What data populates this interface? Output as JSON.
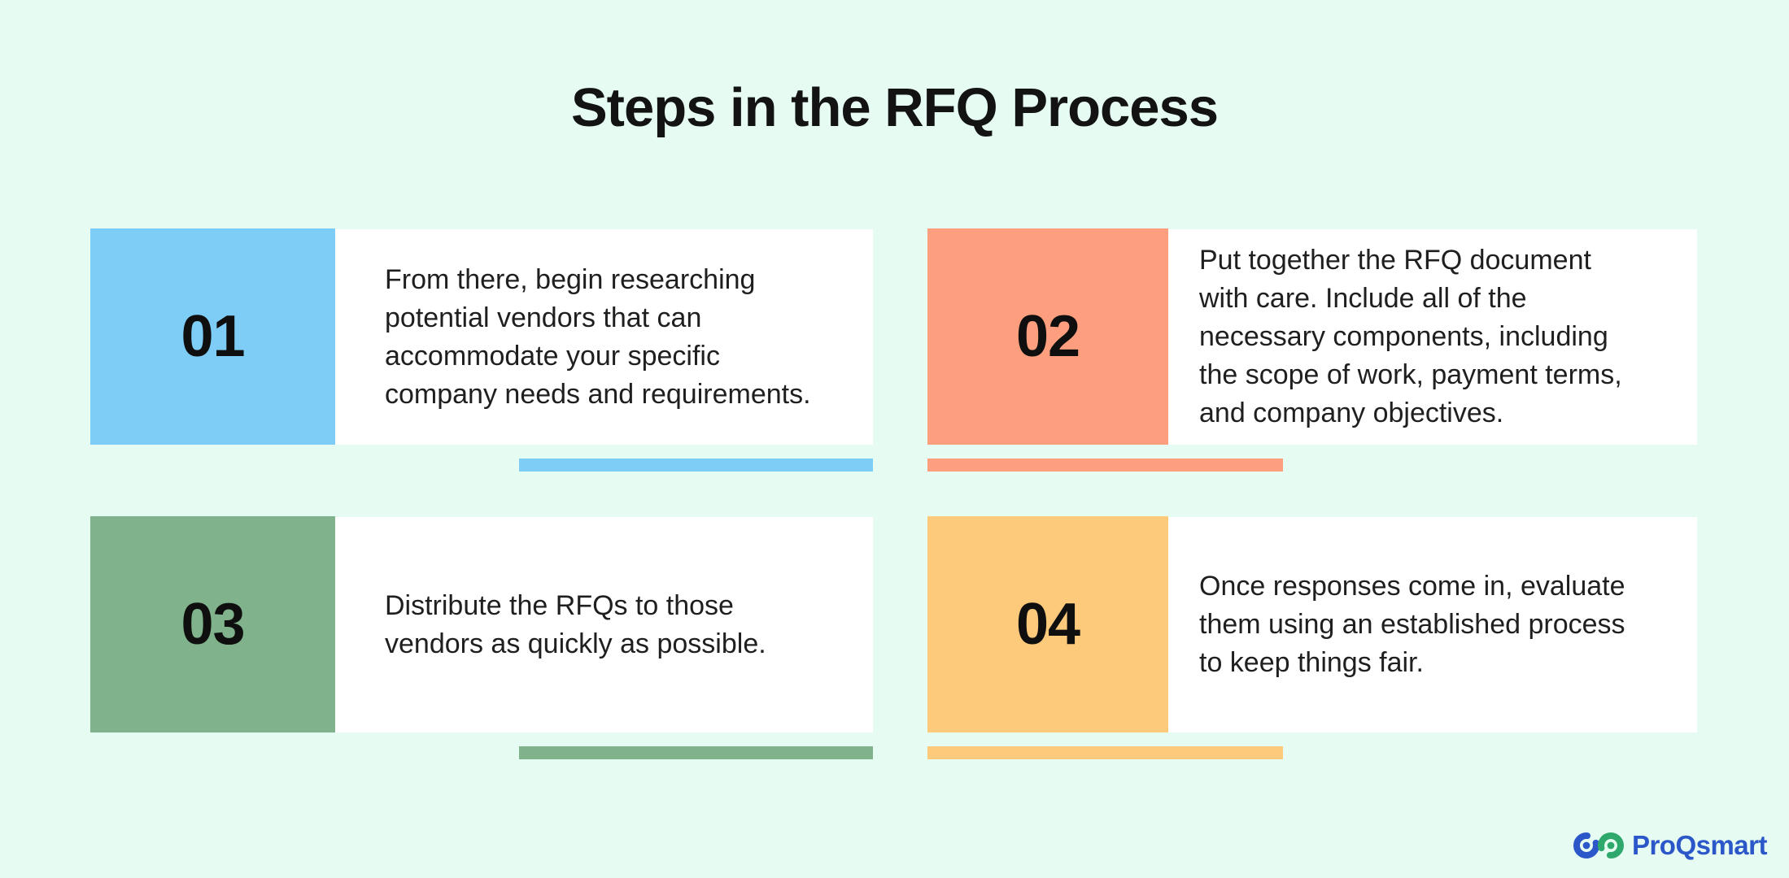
{
  "title": "Steps in the RFQ Process",
  "steps": [
    {
      "number": "01",
      "color": "#7DCDF6",
      "text": "From there, begin researching\npotential vendors that can\naccommodate your specific\ncompany needs and requirements."
    },
    {
      "number": "02",
      "color": "#FD9F7E",
      "text": "Put together the RFQ document\nwith care. Include all of the\nnecessary components, including\nthe scope of work, payment terms,\nand company objectives."
    },
    {
      "number": "03",
      "color": "#80B28B",
      "text": "Distribute the RFQs to those\nvendors as quickly as possible."
    },
    {
      "number": "04",
      "color": "#FDC97A",
      "text": "Once responses come in, evaluate\nthem using an established process\nto keep things fair."
    }
  ],
  "logo": {
    "text": "ProQsmart",
    "blue_color": "#2B57C8",
    "green_color": "#2FA86B"
  },
  "colors": {
    "background": "#E6FCF3",
    "card": "#FFFFFF",
    "title_text": "#131313",
    "body_text": "#1F1F1F"
  }
}
